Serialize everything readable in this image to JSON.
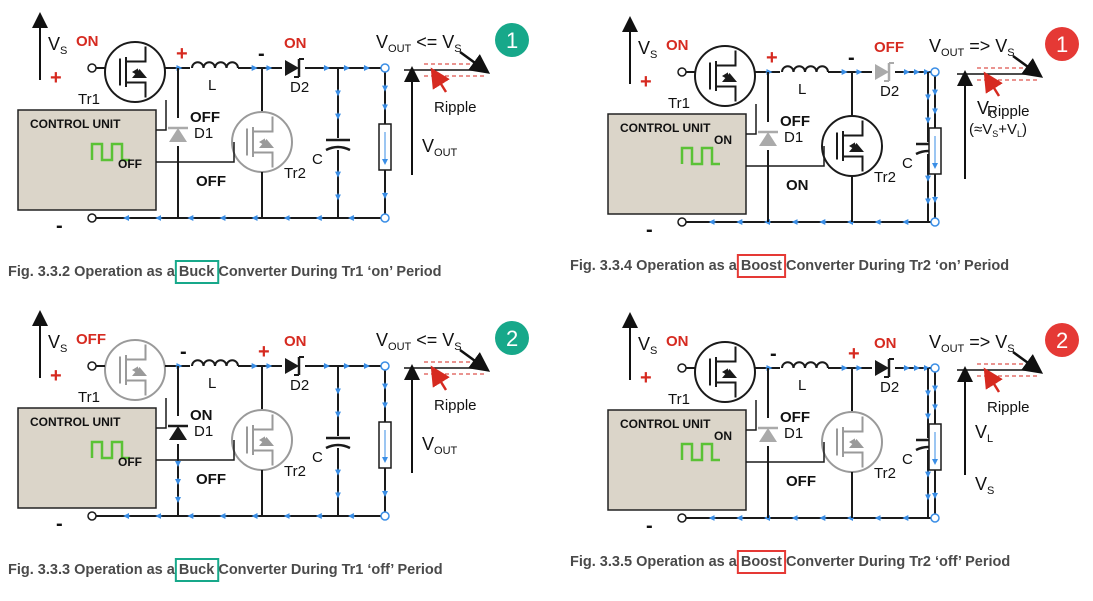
{
  "panels": [
    {
      "id": "buck-on",
      "badge": "1",
      "badge_color": "#17a88a",
      "caption_pre": "Fig. 3.3.2 Operation as a ",
      "caption_key": "Buck",
      "caption_post": " Converter During Tr1 ‘on’ Period",
      "key_color": "#17a88a",
      "labels": {
        "vs": "V",
        "vs_sub": "S",
        "tr1_state": "ON",
        "plus_top": "+",
        "minus_bottom": "-",
        "plus_plus": "+",
        "minus_mid": "-",
        "d2_state": "ON",
        "d2": "D2",
        "l": "L",
        "tr1": "Tr1",
        "control_unit": "CONTROL UNIT",
        "off_small": "OFF",
        "d1_state": "OFF",
        "d1": "D1",
        "tr2_state": "OFF",
        "tr2": "Tr2",
        "c": "C",
        "vout_head": "V",
        "vout_head_sub": "OUT",
        "vout_head_rel": " <= V",
        "vout_head_rel_sub": "S",
        "ripple": "Ripple",
        "vout_side": "V",
        "vout_side_sub": "OUT"
      }
    },
    {
      "id": "buck-off",
      "badge": "2",
      "badge_color": "#17a88a",
      "caption_pre": "Fig. 3.3.3 Operation as a ",
      "caption_key": "Buck",
      "caption_post": " Converter During Tr1 ‘off’ Period",
      "key_color": "#17a88a",
      "labels": {
        "vs": "V",
        "vs_sub": "S",
        "tr1_state": "OFF",
        "plus_top": "+",
        "minus_bottom": "-",
        "minus_left": "-",
        "plus_mid": "+",
        "d2_state": "ON",
        "d2": "D2",
        "l": "L",
        "tr1": "Tr1",
        "control_unit": "CONTROL UNIT",
        "off_small": "OFF",
        "d1_state": "ON",
        "d1": "D1",
        "tr2_state": "OFF",
        "tr2": "Tr2",
        "c": "C",
        "vout_head": "V",
        "vout_head_sub": "OUT",
        "vout_head_rel": " <= V",
        "vout_head_rel_sub": "S",
        "ripple": "Ripple",
        "vout_side": "V",
        "vout_side_sub": "OUT"
      }
    },
    {
      "id": "boost-on",
      "badge": "1",
      "badge_color": "#e53935",
      "caption_pre": "Fig. 3.3.4 Operation as a ",
      "caption_key": "Boost",
      "caption_post": " Converter During Tr2 ‘on’ Period",
      "key_color": "#e53935",
      "labels": {
        "vs": "V",
        "vs_sub": "S",
        "tr1_state": "ON",
        "plus_top": "+",
        "minus_bottom": "-",
        "plus_plus": "+",
        "minus_mid": "-",
        "d2_state": "OFF",
        "d2": "D2",
        "l": "L",
        "tr1": "Tr1",
        "control_unit": "CONTROL UNIT",
        "on_small": "ON",
        "d1_state": "OFF",
        "d1": "D1",
        "tr2_state": "ON",
        "tr2": "Tr2",
        "c": "C",
        "vout_head": "V",
        "vout_head_sub": "OUT",
        "vout_head_rel": " => V",
        "vout_head_rel_sub": "S",
        "ripple": "Ripple",
        "vc": "V",
        "vc_sub": "C",
        "vc_note": "(≈V",
        "vc_note_sub1": "S",
        "vc_note_mid": "+V",
        "vc_note_sub2": "L",
        "vc_note_end": ")"
      }
    },
    {
      "id": "boost-off",
      "badge": "2",
      "badge_color": "#e53935",
      "caption_pre": "Fig. 3.3.5 Operation as a ",
      "caption_key": "Boost",
      "caption_post": " Converter During Tr2 ‘off’ Period",
      "key_color": "#e53935",
      "labels": {
        "vs": "V",
        "vs_sub": "S",
        "tr1_state": "ON",
        "plus_top": "+",
        "minus_bottom": "-",
        "minus_left": "-",
        "plus_mid": "+",
        "d2_state": "ON",
        "d2": "D2",
        "l": "L",
        "tr1": "Tr1",
        "control_unit": "CONTROL UNIT",
        "on_small": "ON",
        "d1_state": "OFF",
        "d1": "D1",
        "tr2_state": "OFF",
        "tr2": "Tr2",
        "c": "C",
        "vout_head": "V",
        "vout_head_sub": "OUT",
        "vout_head_rel": " => V",
        "vout_head_rel_sub": "S",
        "ripple": "Ripple",
        "vl": "V",
        "vl_sub": "L",
        "vs2": "V",
        "vs2_sub": "S"
      }
    }
  ]
}
